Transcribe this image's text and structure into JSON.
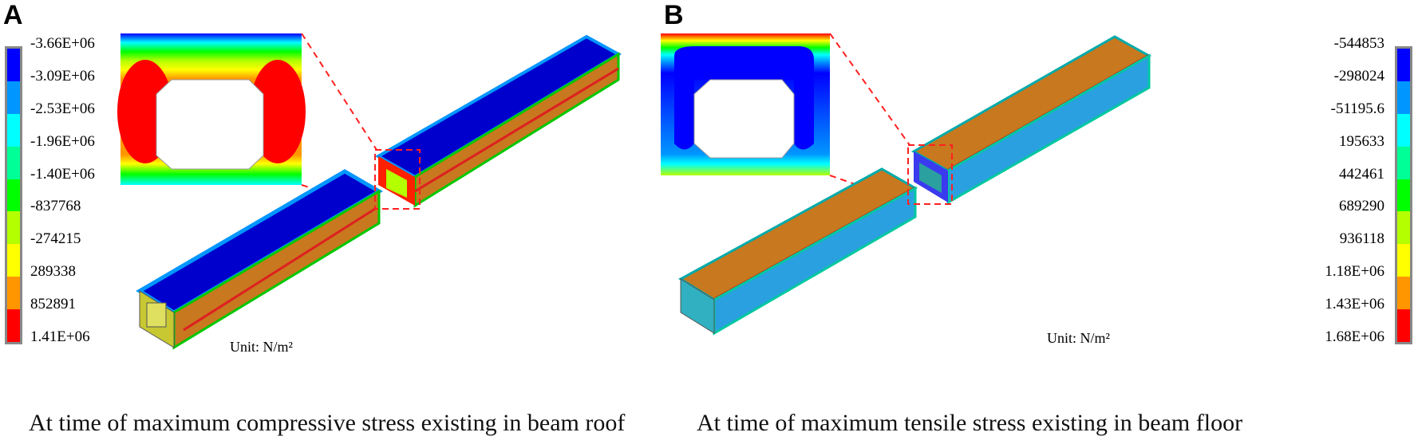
{
  "panels": [
    {
      "letter": "A",
      "caption": "At time of maximum compressive stress existing in beam roof",
      "unit": "Unit:  N/m²",
      "legend": {
        "labels": [
          "-3.66E+06",
          "-3.09E+06",
          "-2.53E+06",
          "-1.96E+06",
          "-1.40E+06",
          "-837768",
          "-274215",
          "289338",
          "852891",
          "1.41E+06"
        ],
        "colors": [
          "#0000ff",
          "#0096ff",
          "#00ffff",
          "#00ff96",
          "#00ff00",
          "#b4ff00",
          "#ffff00",
          "#ff9600",
          "#ff0000"
        ]
      }
    },
    {
      "letter": "B",
      "caption": "At time of maximum tensile stress existing in beam floor",
      "unit": "Unit:  N/m²",
      "legend": {
        "labels": [
          "-544853",
          "-298024",
          "-51195.6",
          "195633",
          "442461",
          "689290",
          "936118",
          "1.18E+06",
          "1.43E+06",
          "1.68E+06"
        ],
        "colors": [
          "#0000ff",
          "#0096ff",
          "#00ffff",
          "#00ff96",
          "#00ff00",
          "#b4ff00",
          "#ffff00",
          "#ff9600",
          "#ff0000"
        ]
      }
    }
  ],
  "colors": {
    "highlight_box": "#ff2020"
  }
}
